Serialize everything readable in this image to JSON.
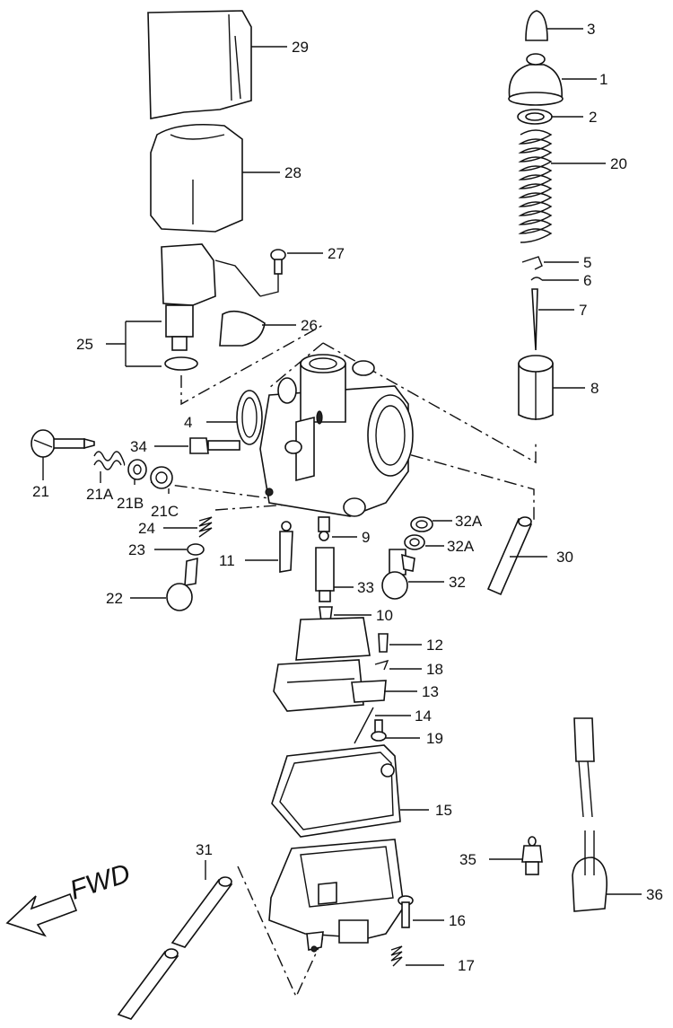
{
  "labels": {
    "l1": "1",
    "l2": "2",
    "l3": "3",
    "l4": "4",
    "l5": "5",
    "l6": "6",
    "l7": "7",
    "l8": "8",
    "l9": "9",
    "l10": "10",
    "l11": "11",
    "l12": "12",
    "l13": "13",
    "l14": "14",
    "l15": "15",
    "l16": "16",
    "l17": "17",
    "l18": "18",
    "l19": "19",
    "l20": "20",
    "l21": "21",
    "l21a": "21A",
    "l21b": "21B",
    "l21c": "21C",
    "l22": "22",
    "l23": "23",
    "l24": "24",
    "l25": "25",
    "l26": "26",
    "l27": "27",
    "l28": "28",
    "l29": "29",
    "l30": "30",
    "l31": "31",
    "l32": "32",
    "l32a_1": "32A",
    "l32a_2": "32A",
    "l33": "33",
    "l34": "34",
    "l35": "35",
    "l36": "36"
  },
  "direction": {
    "fwd": "FWD"
  }
}
